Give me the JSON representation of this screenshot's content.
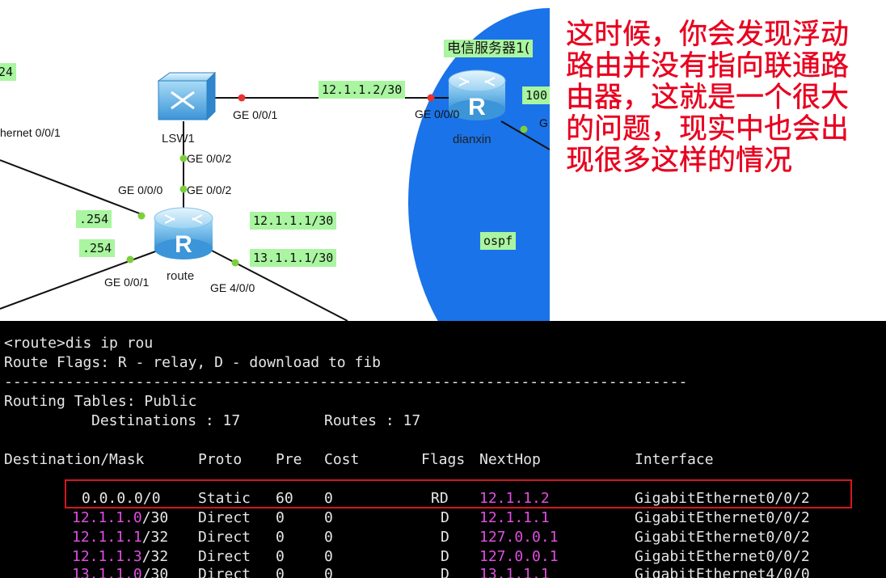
{
  "topology": {
    "labels": {
      "left_top_tag": "24",
      "left_iface": "hernet 0/0/1",
      "sw_ge001": "GE 0/0/1",
      "sw_name": "LSW1",
      "sw_ge002": "GE 0/0/2",
      "route_ge000": "GE 0/0/0",
      "route_ge002": "GE 0/0/2",
      "tag_254a": ".254",
      "tag_254b": ".254",
      "route_ge001": "GE 0/0/1",
      "route_name": "route",
      "route_ge400": "GE 4/0/0",
      "tag_12111": "12.1.1.1/30",
      "tag_13111": "13.1.1.1/30",
      "tag_12112": "12.1.1.2/30",
      "dx_ge000": "GE 0/0/0",
      "dx_name": "dianxin",
      "dx_server_tag": "电信服务器1(",
      "dx_100_tag": "100",
      "dx_g": "G",
      "ospf_tag": "ospf",
      "router_letter": "R"
    },
    "colors": {
      "cloud_blue": "#1a73e8",
      "tag_green": "#a9f5a0",
      "link_dot_red": "#e8332e",
      "link_dot_green": "#7ccf3c"
    }
  },
  "annotation": {
    "text": "这时候，你会发现浮动路由并没有指向联通路由器，这就是一个很大的问题，现实中也会出现很多这样的情况",
    "color": "#e8001e"
  },
  "terminal": {
    "lines": {
      "cmd": "<route>dis ip rou",
      "flags": "Route Flags: R - relay, D - download to fib",
      "separator": "------------------------------------------------------------------------------",
      "tables": "Routing Tables: Public",
      "dest_label": "Destinations : 17",
      "routes_label": "Routes : 17"
    },
    "headers": {
      "dest": "Destination/Mask",
      "proto": "Proto",
      "pre": "Pre",
      "cost": "Cost",
      "flags": "Flags",
      "nexthop": "NextHop",
      "iface": "Interface"
    },
    "rows": [
      {
        "dest_a": "0.0.0.0/0",
        "dest_b": "",
        "proto": "Static",
        "pre": "60",
        "cost": "0",
        "flags": "RD",
        "nexthop": "12.1.1.2",
        "iface": "GigabitEthernet0/0/2"
      },
      {
        "dest_a": "12.1.1.0",
        "dest_b": "/30",
        "proto": "Direct",
        "pre": "0",
        "cost": "0",
        "flags": "D",
        "nexthop": "12.1.1.1",
        "iface": "GigabitEthernet0/0/2"
      },
      {
        "dest_a": "12.1.1.1",
        "dest_b": "/32",
        "proto": "Direct",
        "pre": "0",
        "cost": "0",
        "flags": "D",
        "nexthop": "127.0.0.1",
        "iface": "GigabitEthernet0/0/2"
      },
      {
        "dest_a": "12.1.1.3",
        "dest_b": "/32",
        "proto": "Direct",
        "pre": "0",
        "cost": "0",
        "flags": "D",
        "nexthop": "127.0.0.1",
        "iface": "GigabitEthernet0/0/2"
      },
      {
        "dest_a": "13.1.1.0",
        "dest_b": "/30",
        "proto": "Direct",
        "pre": "0",
        "cost": "0",
        "flags": "D",
        "nexthop": "13.1.1.1",
        "iface": "GigabitEthernet4/0/0"
      }
    ],
    "colors": {
      "magenta": "#e04ee0",
      "highlight_box": "#d6161e"
    }
  }
}
